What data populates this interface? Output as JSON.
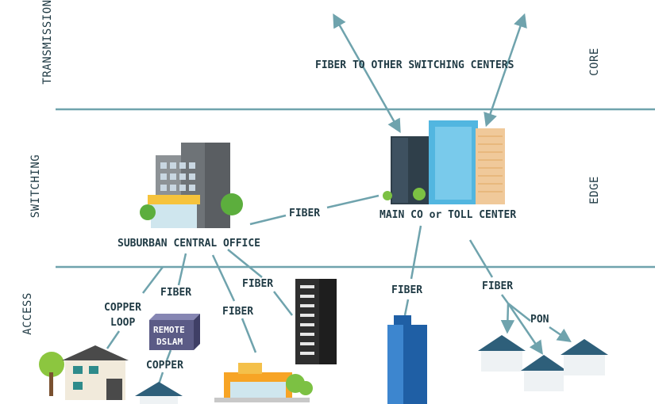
{
  "layers": {
    "transmission": "TRANSMISSION",
    "switching": "SWITCHING",
    "access": "ACCESS",
    "core": "CORE",
    "edge": "EDGE"
  },
  "labels": {
    "fiber_to_other": "FIBER TO OTHER SWITCHING CENTERS",
    "main_co": "MAIN CO or TOLL CENTER",
    "suburban_co": "SUBURBAN CENTRAL OFFICE",
    "fiber_edge": "FIBER",
    "fiber_1": "FIBER",
    "fiber_2": "FIBER",
    "fiber_3": "FIBER",
    "fiber_4": "FIBER",
    "fiber_5": "FIBER",
    "copper_loop_1": "COPPER",
    "copper_loop_2": "LOOP",
    "remote_dslam_1": "REMOTE",
    "remote_dslam_2": "DSLAM",
    "copper": "COPPER",
    "pon": "PON"
  },
  "colors": {
    "line": "#6fa3ad",
    "text": "#1f3a44",
    "dslam": "#5b5b86"
  }
}
